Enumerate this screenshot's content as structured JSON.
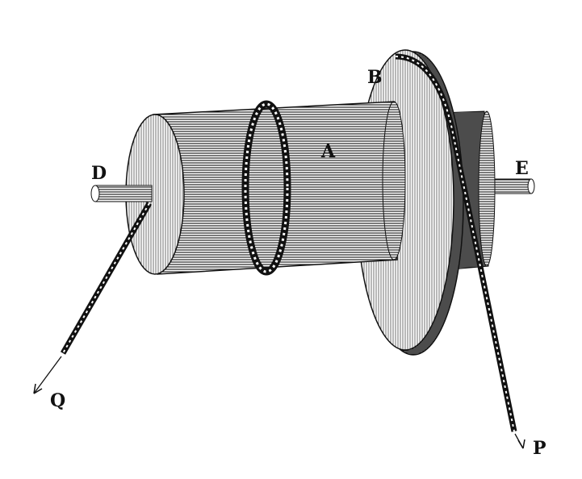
{
  "figure": {
    "labels": {
      "axle_left": "D",
      "axle_right": "E",
      "cylinder": "A",
      "wheel": "B",
      "force_left": "Q",
      "force_right": "P"
    },
    "colors": {
      "ink": "#111111",
      "paper": "#ffffff"
    }
  }
}
